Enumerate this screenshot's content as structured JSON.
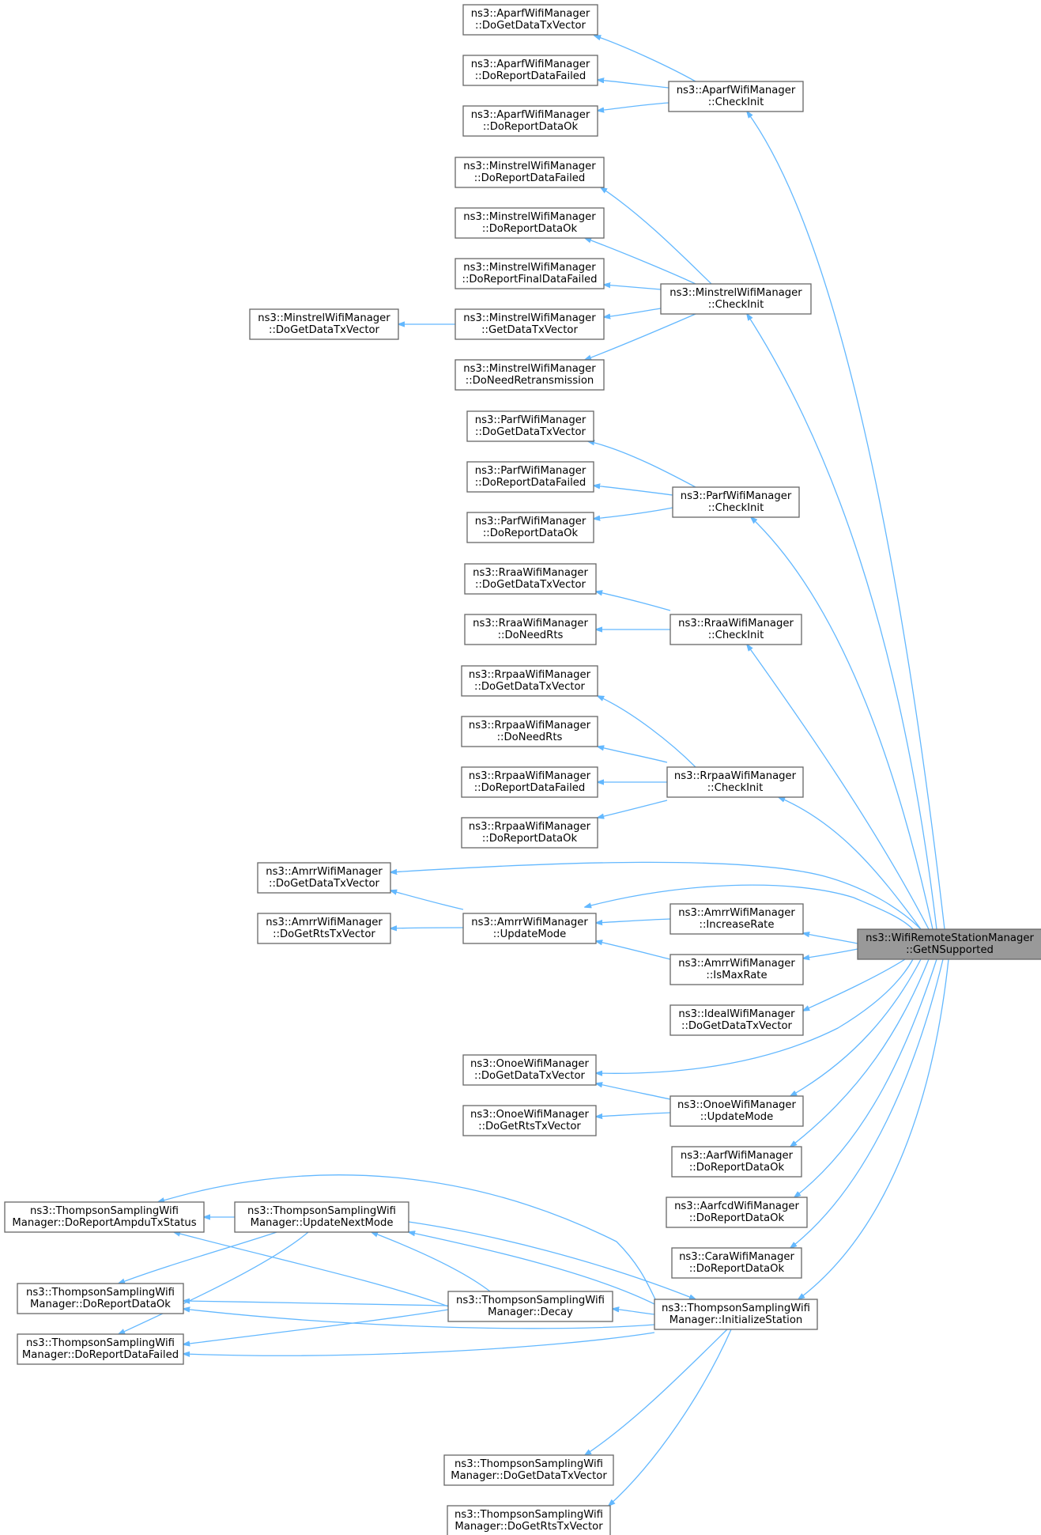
{
  "root": {
    "line1": "ns3::WifiRemoteStationManager",
    "line2": "::GetNSupported"
  },
  "nodes": {
    "aparf_tx": {
      "line1": "ns3::AparfWifiManager",
      "line2": "::DoGetDataTxVector"
    },
    "aparf_fail": {
      "line1": "ns3::AparfWifiManager",
      "line2": "::DoReportDataFailed"
    },
    "aparf_ok": {
      "line1": "ns3::AparfWifiManager",
      "line2": "::DoReportDataOk"
    },
    "aparf_check": {
      "line1": "ns3::AparfWifiManager",
      "line2": "::CheckInit"
    },
    "min_fail": {
      "line1": "ns3::MinstrelWifiManager",
      "line2": "::DoReportDataFailed"
    },
    "min_ok": {
      "line1": "ns3::MinstrelWifiManager",
      "line2": "::DoReportDataOk"
    },
    "min_final": {
      "line1": "ns3::MinstrelWifiManager",
      "line2": "::DoReportFinalDataFailed"
    },
    "min_gettx": {
      "line1": "ns3::MinstrelWifiManager",
      "line2": "::GetDataTxVector"
    },
    "min_retx": {
      "line1": "ns3::MinstrelWifiManager",
      "line2": "::DoNeedRetransmission"
    },
    "min_dotx": {
      "line1": "ns3::MinstrelWifiManager",
      "line2": "::DoGetDataTxVector"
    },
    "min_check": {
      "line1": "ns3::MinstrelWifiManager",
      "line2": "::CheckInit"
    },
    "parf_tx": {
      "line1": "ns3::ParfWifiManager",
      "line2": "::DoGetDataTxVector"
    },
    "parf_fail": {
      "line1": "ns3::ParfWifiManager",
      "line2": "::DoReportDataFailed"
    },
    "parf_ok": {
      "line1": "ns3::ParfWifiManager",
      "line2": "::DoReportDataOk"
    },
    "parf_check": {
      "line1": "ns3::ParfWifiManager",
      "line2": "::CheckInit"
    },
    "rraa_tx": {
      "line1": "ns3::RraaWifiManager",
      "line2": "::DoGetDataTxVector"
    },
    "rraa_rts": {
      "line1": "ns3::RraaWifiManager",
      "line2": "::DoNeedRts"
    },
    "rraa_check": {
      "line1": "ns3::RraaWifiManager",
      "line2": "::CheckInit"
    },
    "rrpaa_tx": {
      "line1": "ns3::RrpaaWifiManager",
      "line2": "::DoGetDataTxVector"
    },
    "rrpaa_rts": {
      "line1": "ns3::RrpaaWifiManager",
      "line2": "::DoNeedRts"
    },
    "rrpaa_fail": {
      "line1": "ns3::RrpaaWifiManager",
      "line2": "::DoReportDataFailed"
    },
    "rrpaa_ok": {
      "line1": "ns3::RrpaaWifiManager",
      "line2": "::DoReportDataOk"
    },
    "rrpaa_check": {
      "line1": "ns3::RrpaaWifiManager",
      "line2": "::CheckInit"
    },
    "amrr_tx": {
      "line1": "ns3::AmrrWifiManager",
      "line2": "::DoGetDataTxVector"
    },
    "amrr_rts": {
      "line1": "ns3::AmrrWifiManager",
      "line2": "::DoGetRtsTxVector"
    },
    "amrr_update": {
      "line1": "ns3::AmrrWifiManager",
      "line2": "::UpdateMode"
    },
    "amrr_inc": {
      "line1": "ns3::AmrrWifiManager",
      "line2": "::IncreaseRate"
    },
    "amrr_max": {
      "line1": "ns3::AmrrWifiManager",
      "line2": "::IsMaxRate"
    },
    "ideal_tx": {
      "line1": "ns3::IdealWifiManager",
      "line2": "::DoGetDataTxVector"
    },
    "onoe_tx": {
      "line1": "ns3::OnoeWifiManager",
      "line2": "::DoGetDataTxVector"
    },
    "onoe_rts": {
      "line1": "ns3::OnoeWifiManager",
      "line2": "::DoGetRtsTxVector"
    },
    "onoe_update": {
      "line1": "ns3::OnoeWifiManager",
      "line2": "::UpdateMode"
    },
    "aarf_ok": {
      "line1": "ns3::AarfWifiManager",
      "line2": "::DoReportDataOk"
    },
    "aarfcd_ok": {
      "line1": "ns3::AarfcdWifiManager",
      "line2": "::DoReportDataOk"
    },
    "cara_ok": {
      "line1": "ns3::CaraWifiManager",
      "line2": "::DoReportDataOk"
    },
    "ts_ampdu": {
      "line1": "ns3::ThompsonSamplingWifi",
      "line2": "Manager::DoReportAmpduTxStatus"
    },
    "ts_ok": {
      "line1": "ns3::ThompsonSamplingWifi",
      "line2": "Manager::DoReportDataOk"
    },
    "ts_fail": {
      "line1": "ns3::ThompsonSamplingWifi",
      "line2": "Manager::DoReportDataFailed"
    },
    "ts_next": {
      "line1": "ns3::ThompsonSamplingWifi",
      "line2": "Manager::UpdateNextMode"
    },
    "ts_decay": {
      "line1": "ns3::ThompsonSamplingWifi",
      "line2": "Manager::Decay"
    },
    "ts_init": {
      "line1": "ns3::ThompsonSamplingWifi",
      "line2": "Manager::InitializeStation"
    },
    "ts_tx": {
      "line1": "ns3::ThompsonSamplingWifi",
      "line2": "Manager::DoGetDataTxVector"
    },
    "ts_rts": {
      "line1": "ns3::ThompsonSamplingWifi",
      "line2": "Manager::DoGetRtsTxVector"
    }
  },
  "edges": [
    [
      "aparf_tx",
      "aparf_check"
    ],
    [
      "aparf_fail",
      "aparf_check"
    ],
    [
      "aparf_ok",
      "aparf_check"
    ],
    [
      "aparf_check",
      "root"
    ],
    [
      "min_fail",
      "min_check"
    ],
    [
      "min_ok",
      "min_check"
    ],
    [
      "min_final",
      "min_check"
    ],
    [
      "min_gettx",
      "min_check"
    ],
    [
      "min_retx",
      "min_check"
    ],
    [
      "min_dotx",
      "min_gettx"
    ],
    [
      "min_check",
      "root"
    ],
    [
      "parf_tx",
      "parf_check"
    ],
    [
      "parf_fail",
      "parf_check"
    ],
    [
      "parf_ok",
      "parf_check"
    ],
    [
      "parf_check",
      "root"
    ],
    [
      "rraa_tx",
      "rraa_check"
    ],
    [
      "rraa_rts",
      "rraa_check"
    ],
    [
      "rraa_check",
      "root"
    ],
    [
      "rrpaa_tx",
      "rrpaa_check"
    ],
    [
      "rrpaa_rts",
      "rrpaa_check"
    ],
    [
      "rrpaa_fail",
      "rrpaa_check"
    ],
    [
      "rrpaa_ok",
      "rrpaa_check"
    ],
    [
      "rrpaa_check",
      "root"
    ],
    [
      "amrr_tx",
      "root"
    ],
    [
      "amrr_tx",
      "amrr_update"
    ],
    [
      "amrr_rts",
      "amrr_update"
    ],
    [
      "amrr_update",
      "root"
    ],
    [
      "amrr_update",
      "amrr_inc"
    ],
    [
      "amrr_update",
      "amrr_max"
    ],
    [
      "amrr_inc",
      "root"
    ],
    [
      "amrr_max",
      "root"
    ],
    [
      "ideal_tx",
      "root"
    ],
    [
      "onoe_tx",
      "root"
    ],
    [
      "onoe_tx",
      "onoe_update"
    ],
    [
      "onoe_rts",
      "onoe_update"
    ],
    [
      "onoe_update",
      "root"
    ],
    [
      "aarf_ok",
      "root"
    ],
    [
      "aarfcd_ok",
      "root"
    ],
    [
      "cara_ok",
      "root"
    ],
    [
      "ts_ampdu",
      "ts_next"
    ],
    [
      "ts_ampdu",
      "ts_decay"
    ],
    [
      "ts_ampdu",
      "ts_init"
    ],
    [
      "ts_ok",
      "ts_next"
    ],
    [
      "ts_ok",
      "ts_decay"
    ],
    [
      "ts_ok",
      "ts_init"
    ],
    [
      "ts_fail",
      "ts_next"
    ],
    [
      "ts_fail",
      "ts_decay"
    ],
    [
      "ts_fail",
      "ts_init"
    ],
    [
      "ts_next",
      "ts_decay"
    ],
    [
      "ts_next",
      "ts_init"
    ],
    [
      "ts_decay",
      "ts_init"
    ],
    [
      "ts_init",
      "ts_next"
    ],
    [
      "ts_tx",
      "ts_init"
    ],
    [
      "ts_rts",
      "ts_init"
    ],
    [
      "ts_init",
      "root"
    ]
  ]
}
